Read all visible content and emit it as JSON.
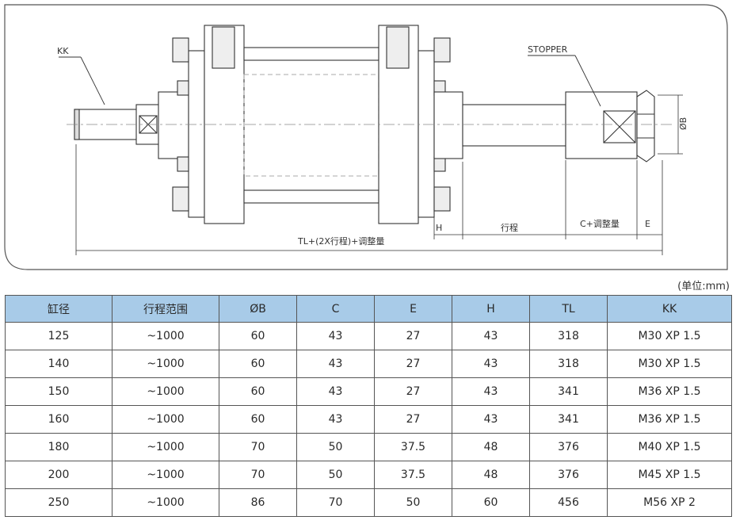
{
  "drawing": {
    "label_kk": "KK",
    "label_stopper": "STOPPER",
    "label_diam_b": "ØB",
    "dim_h": "H",
    "dim_stroke": "行程",
    "dim_c": "C+调整量",
    "dim_e": "E",
    "dim_total": "TL+(2X行程)+调整量"
  },
  "unit_note": "(单位:mm)",
  "table": {
    "headers": [
      "缸径",
      "行程范围",
      "ØB",
      "C",
      "E",
      "H",
      "TL",
      "KK"
    ],
    "rows": [
      [
        "125",
        "~1000",
        "60",
        "43",
        "27",
        "43",
        "318",
        "M30 XP 1.5"
      ],
      [
        "140",
        "~1000",
        "60",
        "43",
        "27",
        "43",
        "318",
        "M30 XP 1.5"
      ],
      [
        "150",
        "~1000",
        "60",
        "43",
        "27",
        "43",
        "341",
        "M36 XP 1.5"
      ],
      [
        "160",
        "~1000",
        "60",
        "43",
        "27",
        "43",
        "341",
        "M36 XP 1.5"
      ],
      [
        "180",
        "~1000",
        "70",
        "50",
        "37.5",
        "48",
        "376",
        "M40 XP 1.5"
      ],
      [
        "200",
        "~1000",
        "70",
        "50",
        "37.5",
        "48",
        "376",
        "M45 XP 1.5"
      ],
      [
        "250",
        "~1000",
        "86",
        "70",
        "50",
        "60",
        "456",
        "M56 XP 2"
      ]
    ]
  }
}
